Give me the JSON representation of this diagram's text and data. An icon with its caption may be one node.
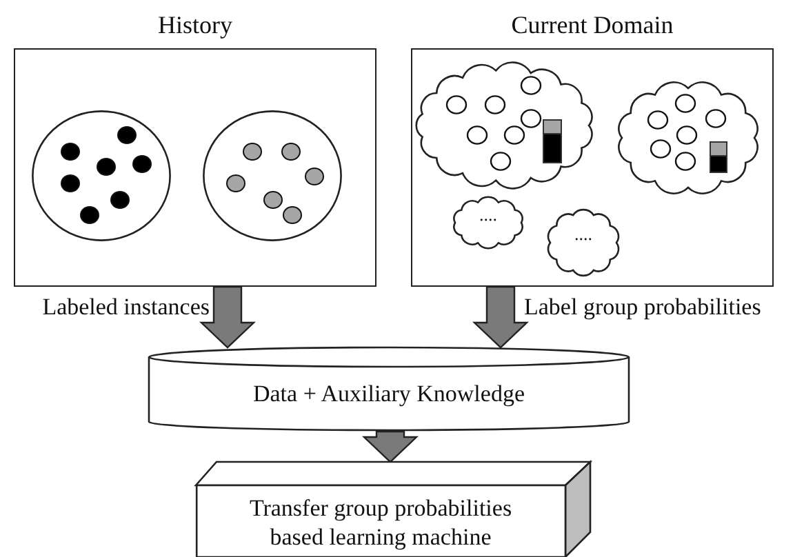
{
  "diagram": {
    "nodes": [
      {
        "text": [
          "History"
        ]
      },
      {
        "text": [],
        "shape": "circle",
        "in": 0
      },
      {
        "text": [],
        "shape": "circle",
        "in": 0
      },
      {
        "text": [
          "Current Domain"
        ]
      },
      {
        "text": [],
        "shape": "cloud",
        "in": 3
      },
      {
        "text": [],
        "shape": "cloud",
        "in": 3
      },
      {
        "text": [
          "...."
        ],
        "in": 3
      },
      {
        "text": [
          "...."
        ],
        "in": 3
      },
      {
        "text": [
          "Data + Auxiliary Knowledge"
        ]
      },
      {
        "text": [
          "Transfer group probabilities based learning machine"
        ]
      }
    ],
    "edges": [
      {
        "from": 0,
        "to": 8,
        "arrow": "to",
        "label": "Labeled instances",
        "style": "thick"
      },
      {
        "from": 3,
        "to": 8,
        "arrow": "to",
        "label": "Label group probabilities",
        "style": "thick"
      },
      {
        "from": 8,
        "to": 9,
        "arrow": "to",
        "style": "thick"
      }
    ]
  }
}
